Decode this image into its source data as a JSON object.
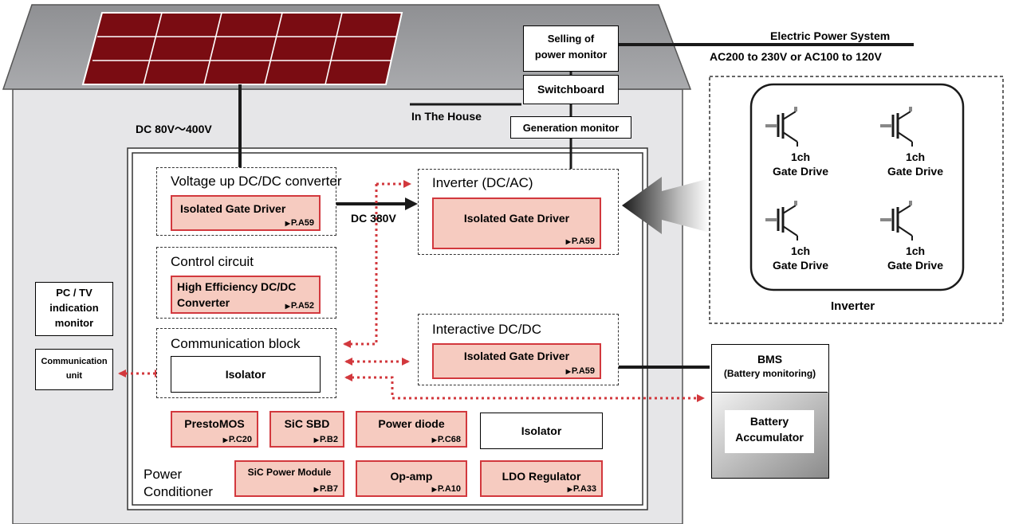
{
  "house": {
    "dc_input_label": "DC 80V〜400V",
    "in_the_house_label": "In The House"
  },
  "grid": {
    "line1": "Electric Power System",
    "line2": "AC200 to 230V or AC100 to 120V"
  },
  "monitors": {
    "selling_line1": "Selling of",
    "selling_line2": "power monitor",
    "switchboard": "Switchboard",
    "generation": "Generation monitor"
  },
  "conditioner": {
    "label_line1": "Power",
    "label_line2": "Conditioner",
    "voltage_up": {
      "title": "Voltage up DC/DC converter",
      "part": "Isolated Gate Driver",
      "ref": "P.A59"
    },
    "dc380_label": "DC 380V",
    "inverter": {
      "title": "Inverter (DC/AC)",
      "part": "Isolated Gate Driver",
      "ref": "P.A59"
    },
    "control": {
      "title": "Control circuit",
      "part_line1": "High Efficiency DC/DC",
      "part_line2": "Converter",
      "ref": "P.A52"
    },
    "communication": {
      "title": "Communication block",
      "isolator": "Isolator"
    },
    "interactive": {
      "title": "Interactive DC/DC",
      "part": "Isolated Gate Driver",
      "ref": "P.A59"
    },
    "parts": [
      {
        "name": "PrestoMOS",
        "ref": "P.C20"
      },
      {
        "name": "SiC SBD",
        "ref": "P.B2"
      },
      {
        "name": "Power diode",
        "ref": "P.C68"
      },
      {
        "name": "Isolator",
        "ref": ""
      },
      {
        "name": "SiC Power Module",
        "ref": "P.B7"
      },
      {
        "name": "Op-amp",
        "ref": "P.A10"
      },
      {
        "name": "LDO Regulator",
        "ref": "P.A33"
      }
    ]
  },
  "external": {
    "pc_tv_line1": "PC / TV",
    "pc_tv_line2": "indication",
    "pc_tv_line3": "monitor",
    "comm_unit_line1": "Communication",
    "comm_unit_line2": "unit"
  },
  "battery": {
    "bms_line1": "BMS",
    "bms_line2": "(Battery monitoring)",
    "acc_line1": "Battery",
    "acc_line2": "Accumulator"
  },
  "inverter_detail": {
    "title": "Inverter",
    "gate_line1": "1ch",
    "gate_line2": "Gate Drive"
  },
  "colors": {
    "part_fill": "#f6cbc0",
    "part_border": "#d2383d",
    "signal_dots": "#d2383d",
    "house_fill": "#e6e6e8",
    "solar_panel": "#7a0c12"
  }
}
